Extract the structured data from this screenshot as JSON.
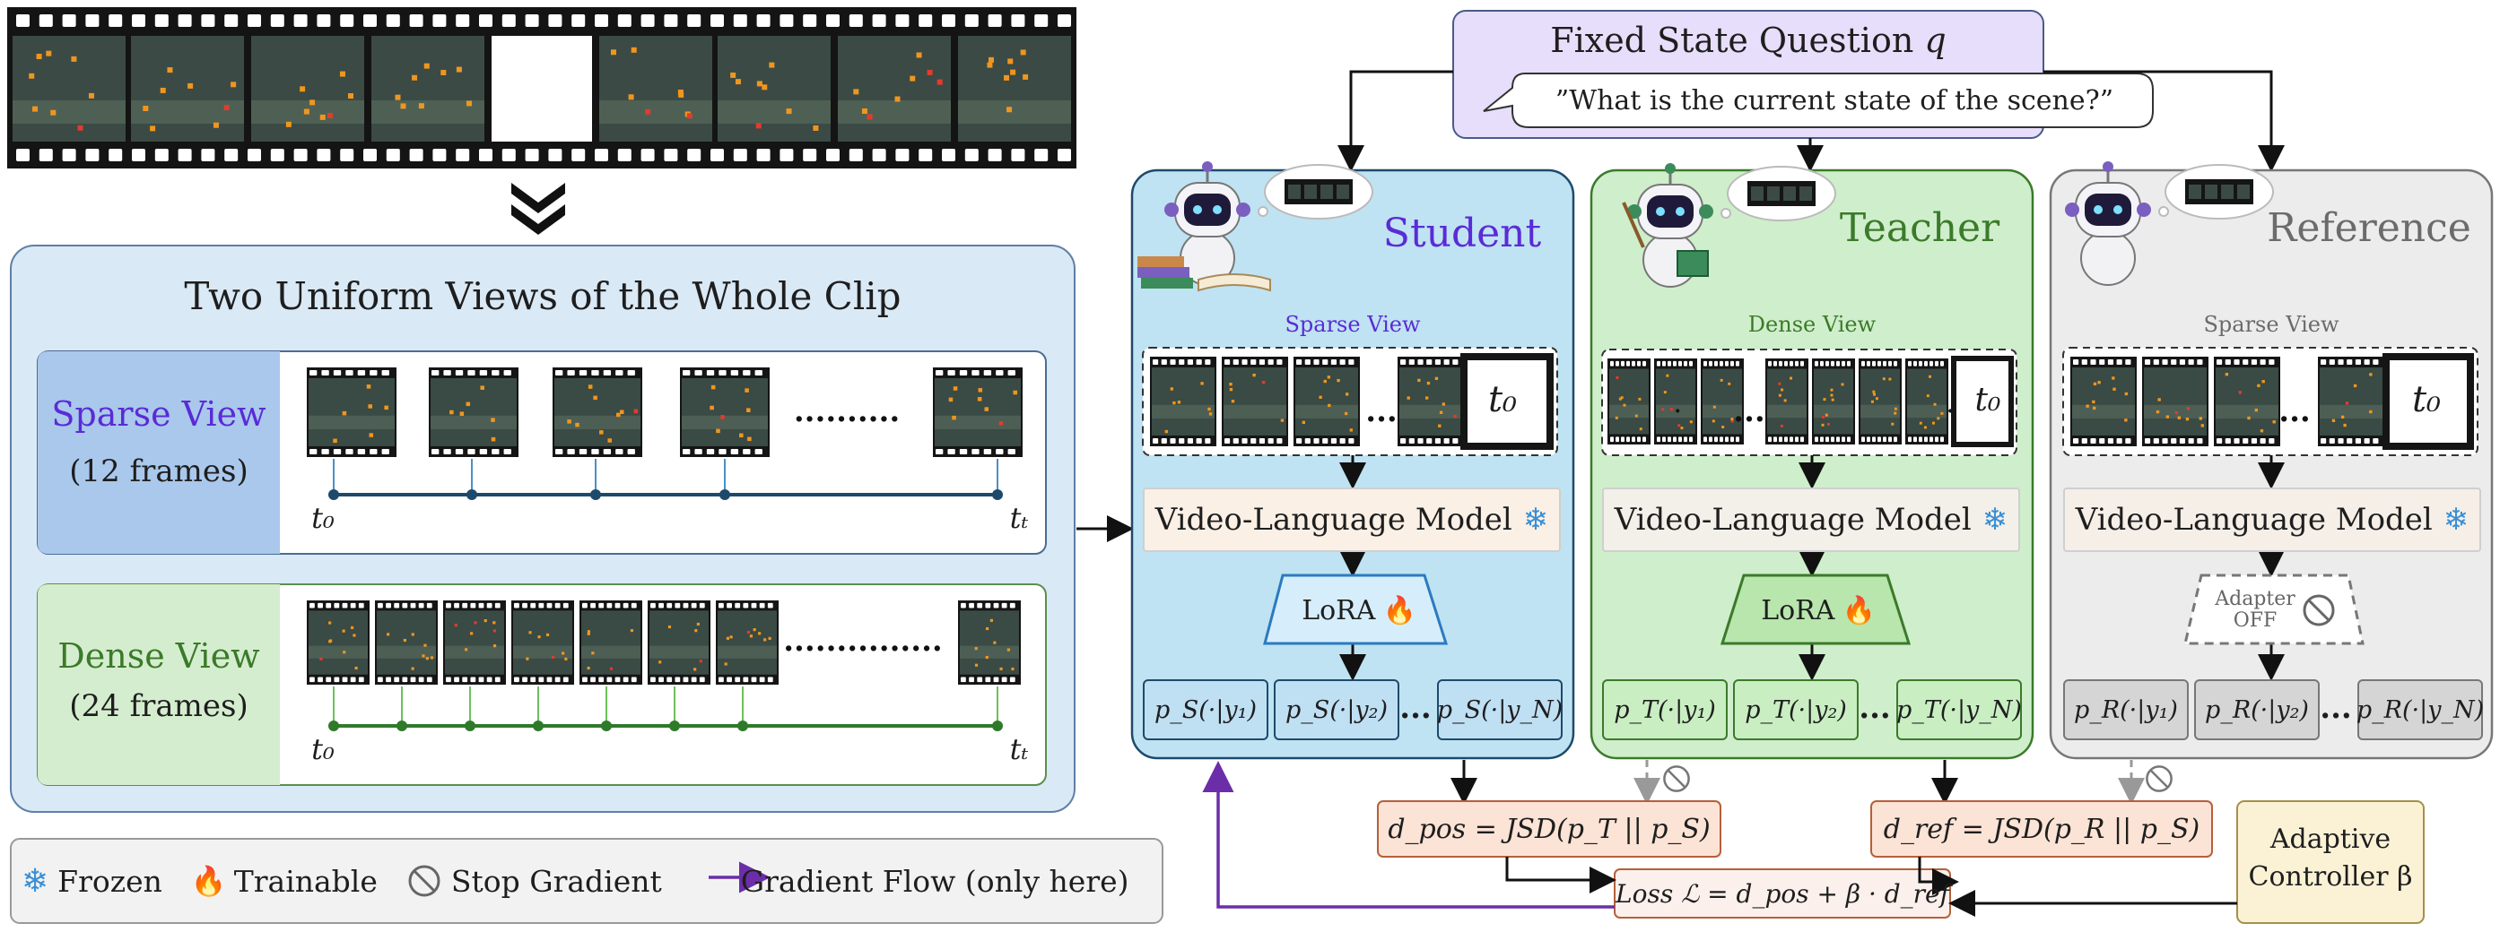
{
  "question": {
    "title": "Fixed State Question",
    "symbol": "q",
    "text": "”What is the current state of the scene?”"
  },
  "views_panel": {
    "title": "Two Uniform Views of the Whole Clip",
    "sparse": {
      "label": "Sparse View",
      "frames": "(12 frames)",
      "t_start": "t₀",
      "t_end": "tₜ"
    },
    "dense": {
      "label": "Dense View",
      "frames": "(24 frames)",
      "t_start": "t₀",
      "t_end": "tₜ"
    }
  },
  "columns": [
    {
      "name": "Student",
      "view": "Sparse View",
      "model": "Video-Language Model",
      "adapter": "LoRA",
      "outputs": [
        "p_S(·|y₁)",
        "p_S(·|y₂)",
        "p_S(·|y_N)"
      ],
      "color": "#5a2bd6"
    },
    {
      "name": "Teacher",
      "view": "Dense View",
      "model": "Video-Language Model",
      "adapter": "LoRA",
      "outputs": [
        "p_T(·|y₁)",
        "p_T(·|y₂)",
        "p_T(·|y_N)"
      ],
      "color": "#3b7a2a"
    },
    {
      "name": "Reference",
      "view": "Sparse View",
      "model": "Video-Language Model",
      "adapter": "Adapter OFF",
      "outputs": [
        "p_R(·|y₁)",
        "p_R(·|y₂)",
        "p_R(·|y_N)"
      ],
      "color": "#6b6b6b"
    }
  ],
  "frame_marker": "t₀",
  "ellipsis": "...",
  "losses": {
    "d_pos": "d_pos = JSD(p_T || p_S)",
    "d_ref": "d_ref = JSD(p_R || p_S)",
    "total": "Loss ℒ = d_pos + β · d_ref",
    "controller_line1": "Adaptive",
    "controller_line2": "Controller β"
  },
  "legend": {
    "frozen": "Frozen",
    "trainable": "Trainable",
    "stop_gradient": "Stop Gradient",
    "gradient_flow": "Gradient Flow (only here)"
  },
  "colors": {
    "student_bg": "#bfe3f2",
    "teacher_bg": "#cfeecb",
    "reference_bg": "#ececec",
    "question_bg": "#e6defa",
    "loss_bg": "#fbe3d5",
    "controller_bg": "#fbf2d6",
    "gradient_arrow": "#6b2ea8",
    "panel_bg": "#dae9f6"
  }
}
